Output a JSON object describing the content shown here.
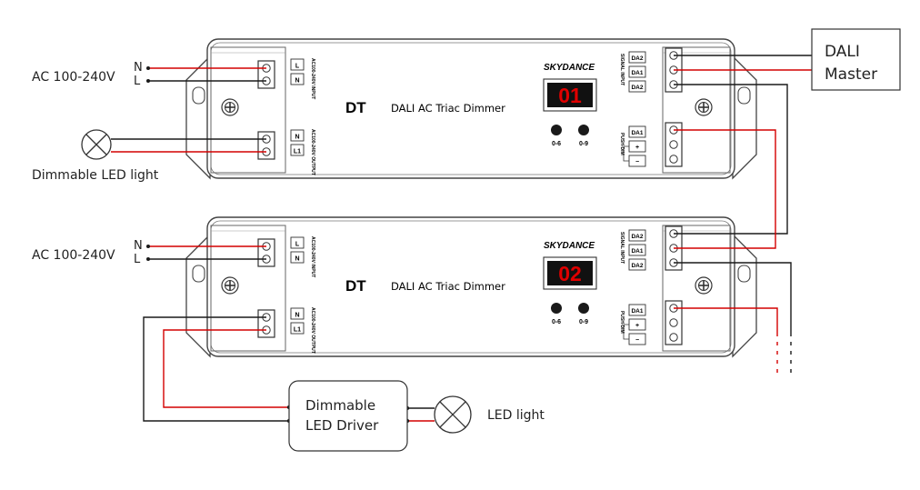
{
  "mains": {
    "label": "AC 100-240V",
    "n": "N",
    "l": "L"
  },
  "lamp1": {
    "label": "Dimmable LED light"
  },
  "lamp2": {
    "label": "LED light"
  },
  "master": {
    "line1": "DALI",
    "line2": "Master"
  },
  "driver": {
    "line1": "Dimmable",
    "line2": "LED Driver"
  },
  "dimmer": {
    "brand": "SKYDANCE",
    "model": "DT",
    "desc": "DALI  AC Triac Dimmer",
    "knob_left": "0-6",
    "knob_right": "0-9",
    "input_terms": [
      "L",
      "N"
    ],
    "output_terms": [
      "N",
      "L1"
    ],
    "input_label": "AC100-240V INPUT",
    "output_label": "AC100-240V OUTPUT",
    "signal_terms": [
      "DA2",
      "DA1",
      "DA2"
    ],
    "signal_label": "SIGNAL INPUT",
    "push_terms": [
      "DA1",
      "+",
      "−"
    ],
    "push_label": "PUSH-DIM"
  },
  "units": [
    {
      "display": "01"
    },
    {
      "display": "02"
    }
  ],
  "colors": {
    "red": "#d40000",
    "black": "#1a1a1a",
    "display": "#e00000",
    "outline": "#444444"
  }
}
